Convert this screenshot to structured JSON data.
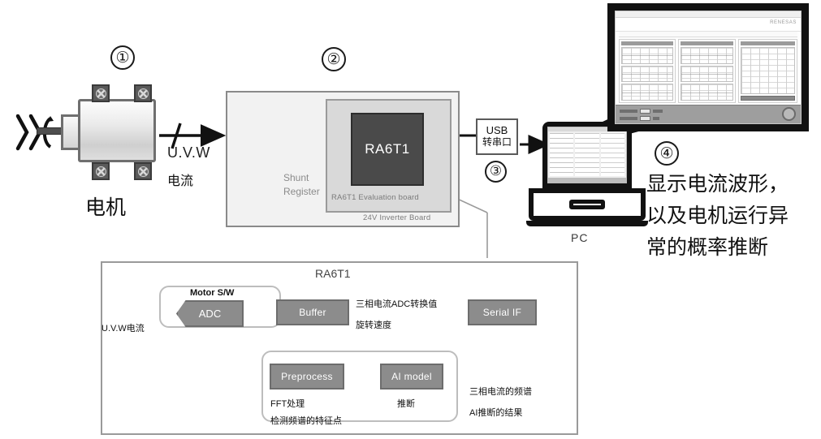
{
  "steps": {
    "one": "①",
    "two": "②",
    "three": "③",
    "four": "④"
  },
  "motor": {
    "caption": "电机",
    "output_line1": "U.V.W",
    "output_line2": "电流"
  },
  "inverter_board": {
    "shunt_line1": "Shunt",
    "shunt_line2": "Register",
    "chip_label": "RA6T1",
    "eval_board_caption": "RA6T1  Evaluation board",
    "board_caption": "24V Inverter Board"
  },
  "usb": {
    "line1": "USB",
    "line2": "转串口"
  },
  "pc": {
    "caption": "PC"
  },
  "monitor_app": {
    "brand": "RENESAS"
  },
  "description": {
    "line1": "显示电流波形，",
    "line2": "以及电机运行异",
    "line3": "常的概率推断"
  },
  "block_diagram": {
    "title": "RA6T1",
    "motor_sw": "Motor S/W",
    "input_label": "U.V.W电流",
    "adc": "ADC",
    "buffer": "Buffer",
    "serial_if": "Serial IF",
    "preprocess": "Preprocess",
    "ai_model": "AI model",
    "adc_value_label": "三相电流ADC转换值",
    "speed_label": "旋转速度",
    "fft_line1": "FFT处理",
    "fft_line2": "检测频谱的特征点",
    "infer_label": "推断",
    "out_line1": "三相电流的频谱",
    "out_line2": "AI推断的结果"
  },
  "colors": {
    "chip_dark": "#4a4a4a",
    "block_gray": "#8c8c8c",
    "board_fill": "#f2f2f2",
    "board_inner": "#d9d9d9",
    "stroke_dark": "#111111"
  }
}
